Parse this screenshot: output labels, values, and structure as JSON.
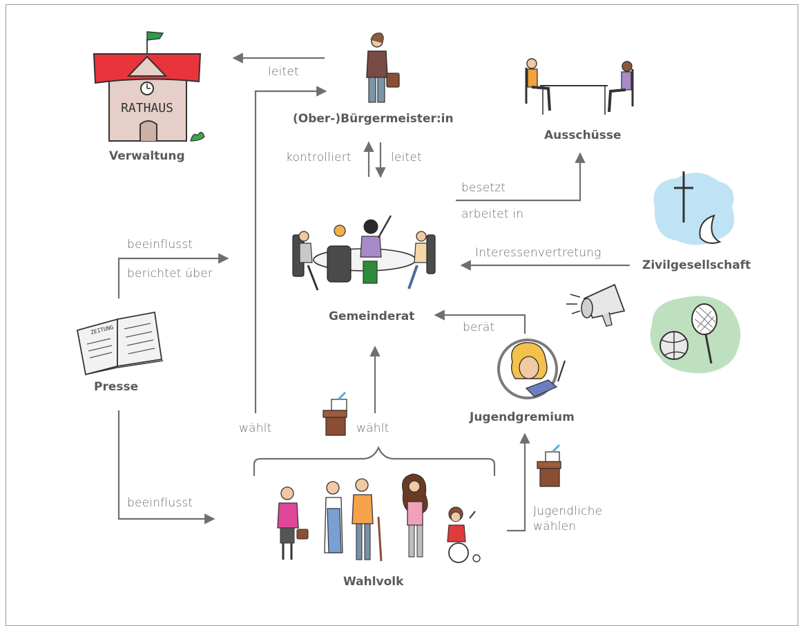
{
  "nodes": {
    "verwaltung": "Verwaltung",
    "buergermeister": "(Ober-)Bürgermeister:in",
    "ausschuesse": "Ausschüsse",
    "gemeinderat": "Gemeinderat",
    "zivilgesellschaft": "Zivilgesellschaft",
    "presse": "Presse",
    "jugendgremium": "Jugendgremium",
    "wahlvolk": "Wahlvolk"
  },
  "edges": {
    "leitet_top": "leitet",
    "kontrolliert": "kontrolliert",
    "leitet_mid": "leitet",
    "besetzt": "besetzt",
    "arbeitet_in": "arbeitet in",
    "interessenvertretung": "Interessenvertretung",
    "beeinflusst_top": "beeinflusst",
    "berichtet_ueber": "berichtet über",
    "beeinflusst_bottom": "beeinflusst",
    "beraet": "berät",
    "waehlt_left": "wählt",
    "waehlt_mid": "wählt",
    "jugendliche_waehlen_1": "Jugendliche",
    "jugendliche_waehlen_2": "wählen"
  },
  "building": {
    "sign": "RATHAUS",
    "newspaper": "ZEITUNG"
  },
  "colors": {
    "line": "#6f6f6f",
    "roof": "#e8343a",
    "wall": "#e6cfc8",
    "flag": "#2e9a4a",
    "sky_blob": "#bfe3f4",
    "sport_blob": "#bfe0bf",
    "ballot_box": "#9c5b3b",
    "ballot_card": "#5aa9d6"
  },
  "icons": [
    "town-hall-icon",
    "mayor-icon",
    "committee-icon",
    "council-meeting-icon",
    "cross-moon-icon",
    "megaphone-icon",
    "sports-icon",
    "newspaper-icon",
    "ballot-box-icon",
    "youth-council-icon",
    "voters-group-icon"
  ]
}
